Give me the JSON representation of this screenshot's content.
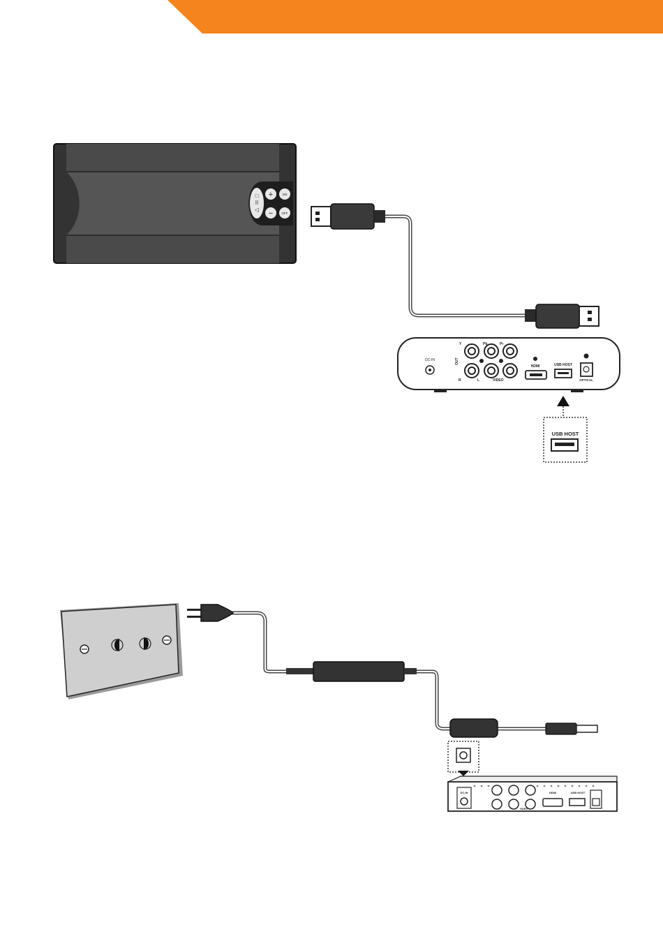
{
  "colors": {
    "accent": "#f5841f",
    "device_dark": "#3a3a3a",
    "device_mid": "#555555",
    "outline": "#222222",
    "wall_plate": "#cfcfcf"
  },
  "player_top": {
    "ports": {
      "video_out_y": "Y",
      "video_out_pb": "Pb",
      "video_out_pr": "Pr",
      "out": "OUT",
      "audio_r": "R",
      "audio_l": "L",
      "video": "VIDEO",
      "hdmi": "HDMI",
      "usb_host": "USB HOST",
      "optical": "OPTICAL",
      "dc_in": "DC-IN"
    }
  },
  "usb_callout": {
    "label": "USB HOST"
  },
  "hdd": {
    "buttons": [
      "+",
      "−",
      "ON",
      "OFF"
    ]
  },
  "player_bottom": {
    "ports": {
      "dc_in": "DC-IN",
      "hdmi": "HDMI",
      "usb_host": "USB HOST",
      "video": "VIDEO"
    }
  }
}
